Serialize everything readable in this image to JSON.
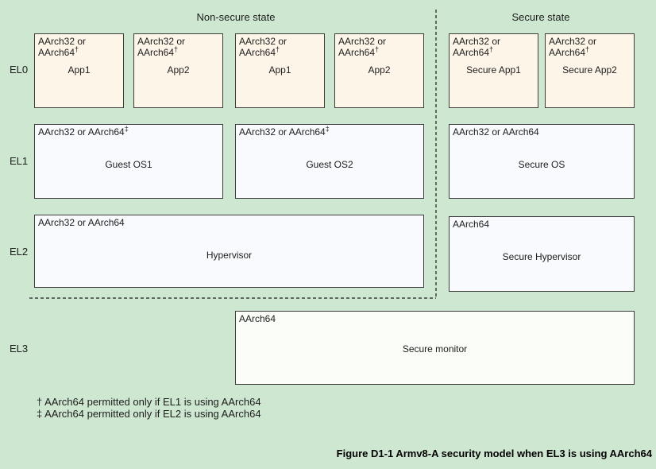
{
  "headers": {
    "non_secure": "Non-secure state",
    "secure": "Secure state"
  },
  "el_labels": {
    "el0": "EL0",
    "el1": "EL1",
    "el2": "EL2",
    "el3": "EL3"
  },
  "boxes": [
    {
      "arch": "AArch32 or AArch64",
      "marker": "†",
      "name": "App1"
    },
    {
      "arch": "AArch32 or AArch64",
      "marker": "†",
      "name": "App2"
    },
    {
      "arch": "AArch32 or AArch64",
      "marker": "†",
      "name": "App1"
    },
    {
      "arch": "AArch32 or AArch64",
      "marker": "†",
      "name": "App2"
    },
    {
      "arch": "AArch32 or AArch64",
      "marker": "†",
      "name": "Secure App1"
    },
    {
      "arch": "AArch32 or AArch64",
      "marker": "†",
      "name": "Secure App2"
    },
    {
      "arch": "AArch32 or AArch64",
      "marker": "‡",
      "name": "Guest OS1"
    },
    {
      "arch": "AArch32 or AArch64",
      "marker": "‡",
      "name": "Guest OS2"
    },
    {
      "arch": "AArch32 or AArch64",
      "marker": "",
      "name": "Secure OS"
    },
    {
      "arch": "AArch32 or AArch64",
      "marker": "",
      "name": "Hypervisor"
    },
    {
      "arch": "AArch64",
      "marker": "",
      "name": "Secure Hypervisor"
    },
    {
      "arch": "AArch64",
      "marker": "",
      "name": "Secure monitor"
    }
  ],
  "footnotes": [
    "† AArch64 permitted only if EL1 is using AArch64",
    "‡ AArch64 permitted only if EL2 is using AArch64"
  ],
  "caption": "Figure D1-1 Armv8-A security model when EL3 is using AArch64",
  "colors": {
    "background": "#cee7d0",
    "el0_fill": "#fdf6e8",
    "el1_el2_fill": "#f8fafd",
    "el3_fill": "#fafdf8",
    "border": "#3c3c3c"
  }
}
